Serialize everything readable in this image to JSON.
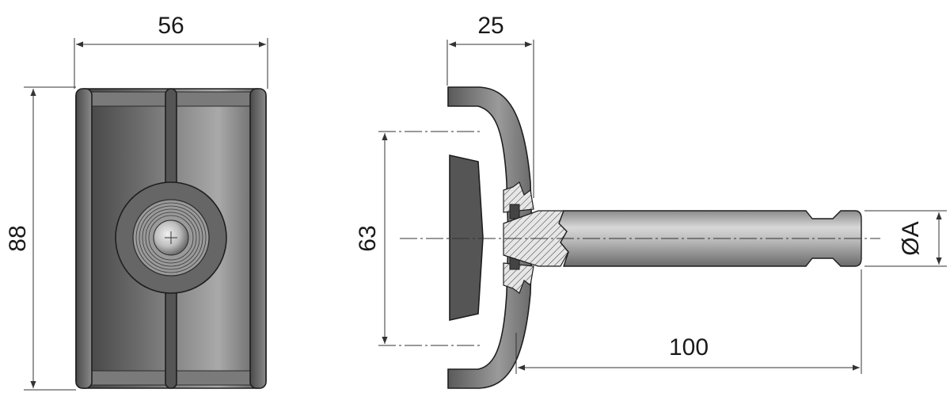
{
  "dimensions": {
    "width": "56",
    "height": "88",
    "depth": "25",
    "flange": "63",
    "length": "100",
    "diameter": "ØA"
  }
}
